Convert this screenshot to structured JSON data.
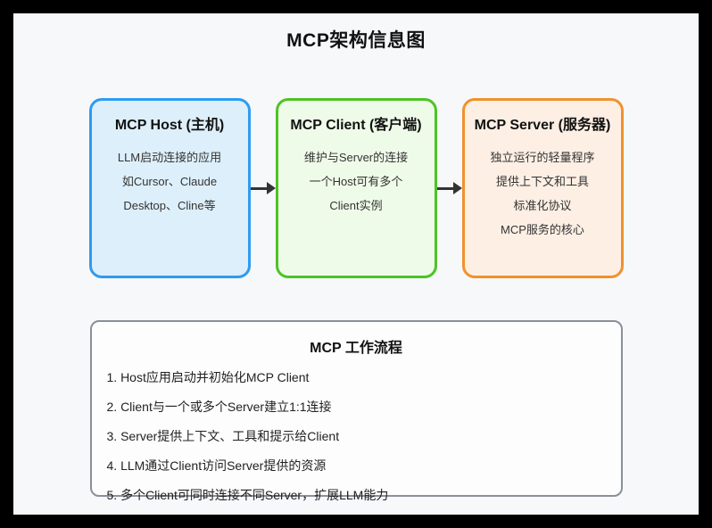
{
  "title": "MCP架构信息图",
  "nodes": [
    {
      "title": "MCP Host (主机)",
      "lines": [
        "LLM启动连接的应用",
        "如Cursor、Claude",
        "Desktop、Cline等"
      ],
      "border_color": "#2e9bf0",
      "bg_color": "#ddeffb"
    },
    {
      "title": "MCP Client (客户端)",
      "lines": [
        "维护与Server的连接",
        "一个Host可有多个",
        "Client实例"
      ],
      "border_color": "#4cc424",
      "bg_color": "#effbe9"
    },
    {
      "title": "MCP Server (服务器)",
      "lines": [
        "独立运行的轻量程序",
        "提供上下文和工具",
        "标准化协议",
        "MCP服务的核心"
      ],
      "border_color": "#f0922d",
      "bg_color": "#fdefe4"
    }
  ],
  "workflow": {
    "title": "MCP 工作流程",
    "steps": [
      "1. Host应用启动并初始化MCP Client",
      "2. Client与一个或多个Server建立1:1连接",
      "3. Server提供上下文、工具和提示给Client",
      "4. LLM通过Client访问Server提供的资源",
      "5. 多个Client可同时连接不同Server，扩展LLM能力"
    ],
    "border_color": "#8a8f98",
    "bg_color": "#fdfdfe"
  },
  "arrow_color": "#333333",
  "page_bg_color": "#f7f8fa",
  "frame_color": "#000000"
}
